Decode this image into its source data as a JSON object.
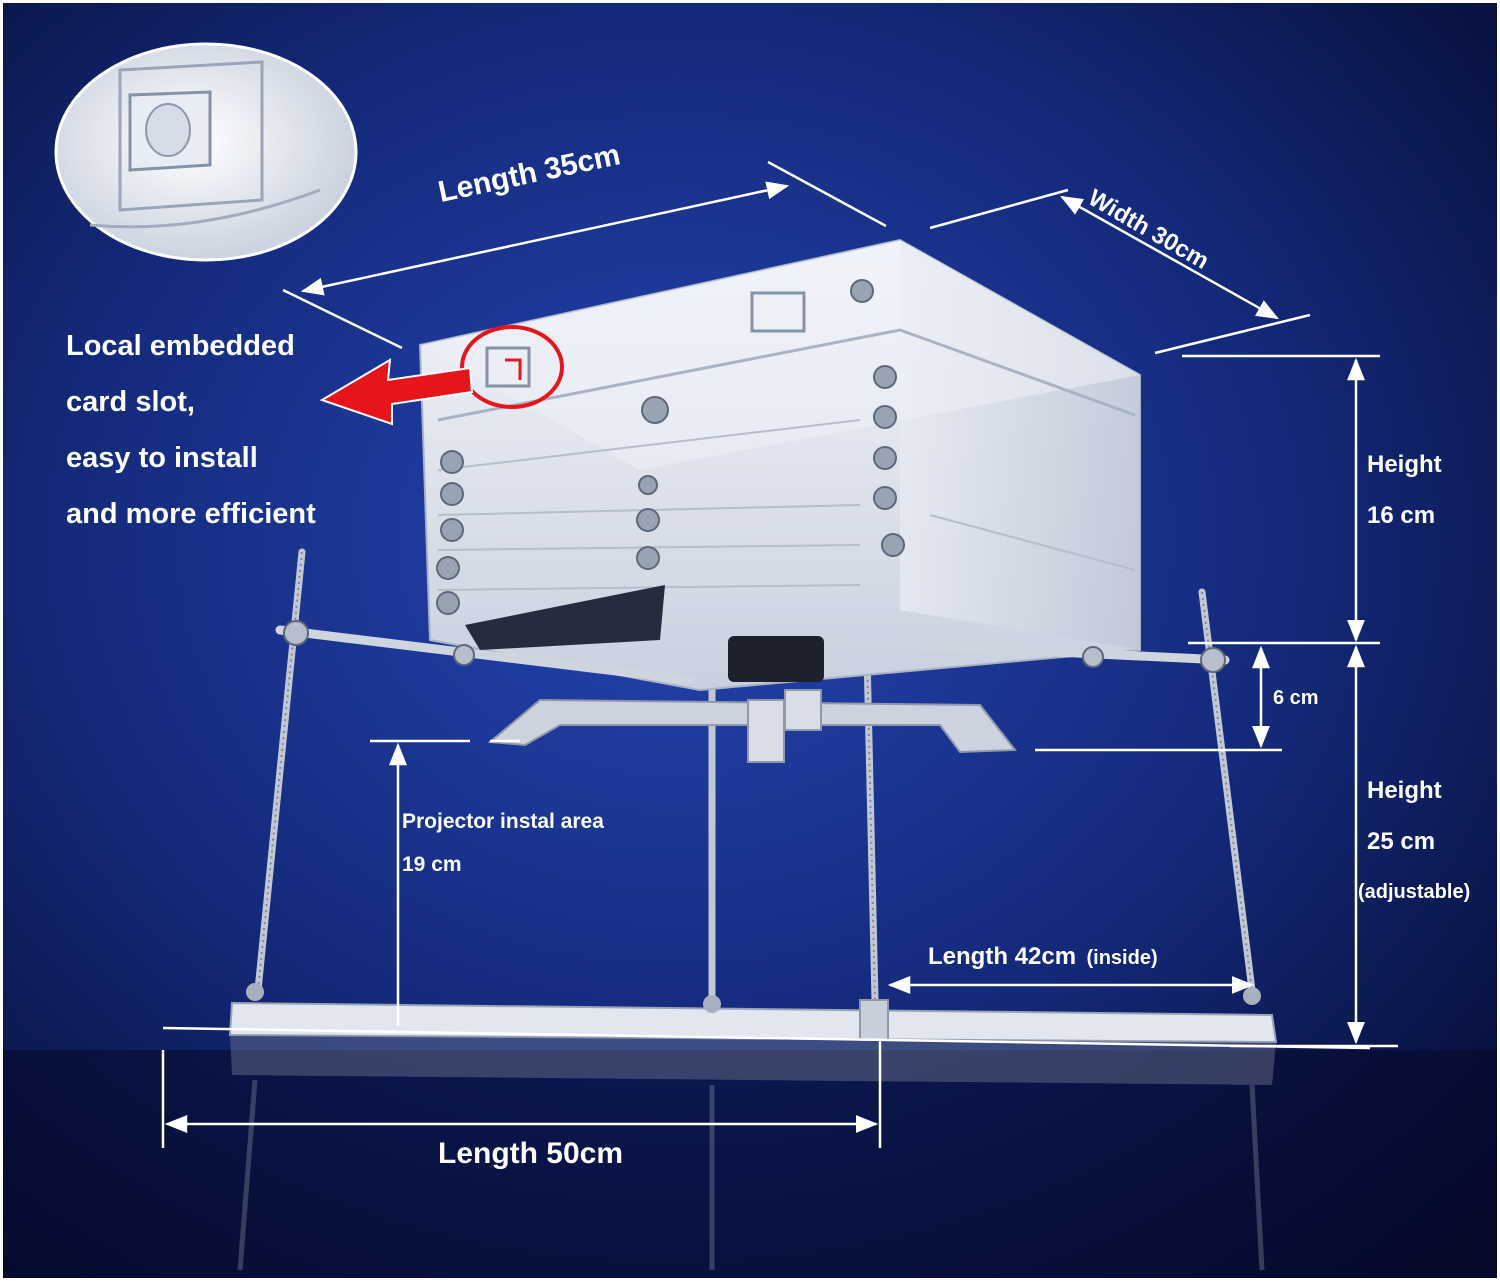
{
  "labels": {
    "length_top": "Length 35cm",
    "width_top": "Width 30cm",
    "feature_line1": "Local embedded",
    "feature_line2": "card slot,",
    "feature_line3": "easy to install",
    "feature_line4": "and more efficient",
    "height_upper_title": "Height",
    "height_upper_value": "16 cm",
    "gap_value": "6 cm",
    "height_lower_title": "Height",
    "height_lower_value": "25 cm",
    "height_lower_note": "(adjustable)",
    "install_area_title": "Projector instal area",
    "install_area_value": "19 cm",
    "inner_length": "Length 42cm",
    "inner_length_note": "(inside)",
    "bottom_length": "Length 50cm"
  },
  "colors": {
    "background_top": "#0b1a5c",
    "background_mid": "#1f3a9e",
    "background_bottom": "#050a2a",
    "metal": "#dfe4ee",
    "arrow_red": "#e8141c",
    "text": "#ffffff"
  }
}
